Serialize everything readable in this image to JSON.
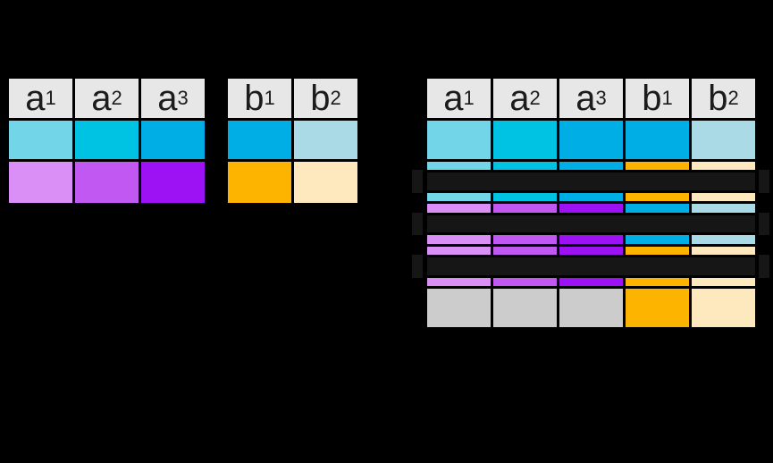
{
  "diagram": {
    "background_color": "#000000",
    "header_bg": "#e7e7e7",
    "header_text_color": "#1c1c1c",
    "band_color": "#161616",
    "nan_color": "#cccccc",
    "palette": {
      "cyan_light": "#72d5e8",
      "cyan": "#00c2e2",
      "blue": "#00aee6",
      "blue_pale": "#a9dae6",
      "purple_light": "#d98ff5",
      "purple": "#c158f2",
      "purple_deep": "#9d12f4",
      "orange": "#fdb400",
      "cream": "#fde9bd"
    },
    "tables": [
      {
        "id": "left-input-table",
        "columns": [
          {
            "base": "a",
            "sub": "1"
          },
          {
            "base": "a",
            "sub": "2"
          },
          {
            "base": "a",
            "sub": "3"
          }
        ],
        "rows": [
          {
            "kind": "tall",
            "cells": [
              "#72d5e8",
              "#00c2e2",
              "#00aee6"
            ]
          },
          {
            "kind": "tall2",
            "cells": [
              "#d98ff5",
              "#c158f2",
              "#9d12f4"
            ]
          }
        ]
      },
      {
        "id": "right-input-table",
        "columns": [
          {
            "base": "b",
            "sub": "1"
          },
          {
            "base": "b",
            "sub": "2"
          }
        ],
        "rows": [
          {
            "kind": "tall",
            "cells": [
              "#00aee6",
              "#a9dae6"
            ]
          },
          {
            "kind": "tall2",
            "cells": [
              "#fdb400",
              "#fde9bd"
            ]
          }
        ]
      },
      {
        "id": "result-table",
        "columns": [
          {
            "base": "a",
            "sub": "1"
          },
          {
            "base": "a",
            "sub": "2"
          },
          {
            "base": "a",
            "sub": "3"
          },
          {
            "base": "b",
            "sub": "1"
          },
          {
            "base": "b",
            "sub": "2"
          }
        ],
        "rows": [
          {
            "kind": "tall",
            "cells": [
              "#72d5e8",
              "#00c2e2",
              "#00aee6",
              "#00aee6",
              "#a9dae6"
            ]
          },
          {
            "kind": "stripe",
            "cells": [
              "#72d5e8",
              "#00c2e2",
              "#00aee6",
              "#fdb400",
              "#fde9bd"
            ]
          },
          {
            "kind": "band"
          },
          {
            "kind": "stripe",
            "cells": [
              "#72d5e8",
              "#00c2e2",
              "#00aee6",
              "#fdb400",
              "#fde9bd"
            ]
          },
          {
            "kind": "stripe",
            "cells": [
              "#d98ff5",
              "#c158f2",
              "#9d12f4",
              "#00aee6",
              "#a9dae6"
            ]
          },
          {
            "kind": "band"
          },
          {
            "kind": "stripe",
            "cells": [
              "#d98ff5",
              "#c158f2",
              "#9d12f4",
              "#00aee6",
              "#a9dae6"
            ]
          },
          {
            "kind": "stripe",
            "cells": [
              "#d98ff5",
              "#c158f2",
              "#9d12f4",
              "#fdb400",
              "#fde9bd"
            ]
          },
          {
            "kind": "band"
          },
          {
            "kind": "stripe",
            "cells": [
              "#d98ff5",
              "#c158f2",
              "#9d12f4",
              "#fdb400",
              "#fde9bd"
            ]
          },
          {
            "kind": "tall",
            "cells": [
              "#cccccc",
              "#cccccc",
              "#cccccc",
              "#fdb400",
              "#fde9bd"
            ]
          }
        ]
      }
    ]
  }
}
